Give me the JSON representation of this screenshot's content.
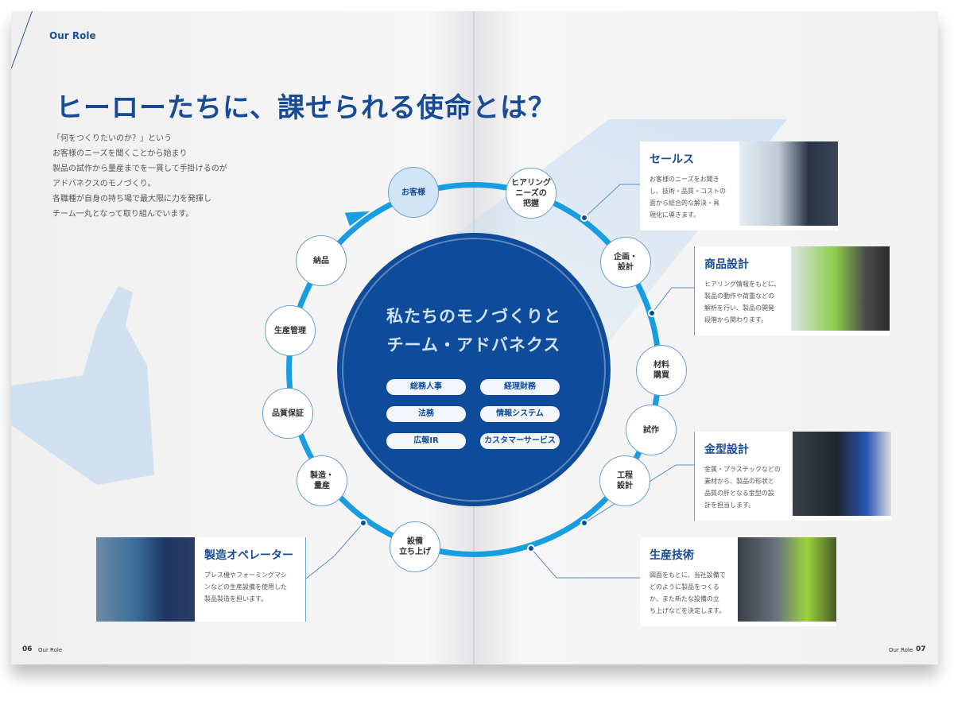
{
  "header": {
    "section": "Our Role",
    "title": "ヒーローたちに、課せられる使命とは？"
  },
  "intro": [
    "「何をつくりたいのか？」という",
    "お客様のニーズを聞くことから始まり",
    "製品の試作から量産までを一貫して手掛けるのが",
    "アドバネクスのモノづくり。",
    "各職種が自身の持ち場で最大限に力を発揮し",
    "チーム一丸となって取り組んでいます。"
  ],
  "center": {
    "line1": "私たちのモノづくりと",
    "line2": "チーム・アドバネクス",
    "departments": [
      "総務人事",
      "経理財務",
      "法務",
      "情報システム",
      "広報IR",
      "カスタマーサービス"
    ]
  },
  "cycle": [
    "お客様",
    "ヒアリング\nニーズの\n把握",
    "企画・\n設計",
    "材料\n購買",
    "試作",
    "工程\n設計",
    "設備\n立ち上げ",
    "製造・\n量産",
    "品質保証",
    "生産管理",
    "納品"
  ],
  "roles": [
    {
      "title": "セールス",
      "desc": "お客様のニーズをお聞き\nし、技術・品質・コストの\n面から総合的な解決・具\n現化に導きます。"
    },
    {
      "title": "商品設計",
      "desc": "ヒアリング情報をもとに、\n製品の動作や荷重などの\n解析を行い、製品の開発\n段階から関わります。"
    },
    {
      "title": "金型設計",
      "desc": "金属・プラスチックなどの\n素材から、製品の形状と\n品質の肝となる金型の設\n計を担当します。"
    },
    {
      "title": "生産技術",
      "desc": "図面をもとに、当社設備で\nどのように製品をつくる\nか、また新たな設備の立\nち上げなどを決定します。"
    },
    {
      "title": "製造オペレーター",
      "desc": "プレス機やフォーミングマシ\nンなどの生産設備を使用した\n製品製造を担います。"
    }
  ],
  "footer": {
    "left_num": "06",
    "left_label": "Our Role",
    "right_label": "Our Role",
    "right_num": "07"
  }
}
